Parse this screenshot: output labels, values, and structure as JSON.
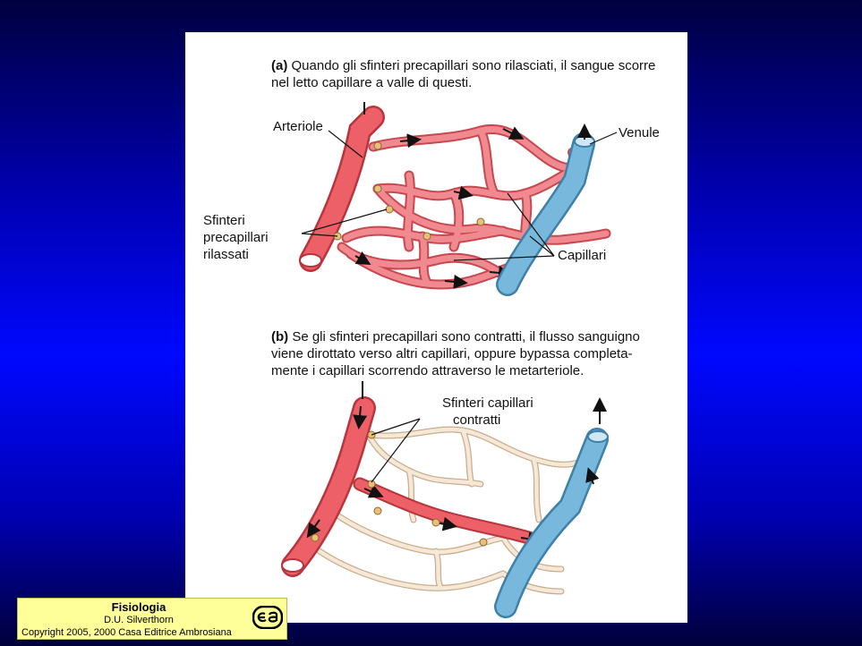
{
  "panel_a": {
    "caption_tag": "(a)",
    "caption_line1": " Quando gli sfinteri precapillari sono rilasciati, il sangue scorre",
    "caption_line2": "nel letto capillare a valle di questi.",
    "labels": {
      "arteriole": "Arteriole",
      "venule": "Venule",
      "sphincters_1": "Sfinteri",
      "sphincters_2": "precapillari",
      "sphincters_3": "rilassati",
      "capillaries": "Capillari"
    }
  },
  "panel_b": {
    "caption_tag": "(b)",
    "caption_line1": " Se gli sfinteri precapillari sono contratti, il flusso sanguigno",
    "caption_line2": "viene dirottato verso altri capillari, oppure bypassa completa-",
    "caption_line3": "mente i capillari scorrendo attraverso le metarteriole.",
    "labels": {
      "sphincters_1": "Sfinteri capillari",
      "sphincters_2": "contratti"
    }
  },
  "credit": {
    "title": "Fisiologia",
    "author": "D.U. Silverthorn",
    "copyright": "Copyright 2005, 2000 Casa Editrice Ambrosiana",
    "logo_icon": "ea-logo-icon"
  },
  "colors": {
    "arteriole": "#e8575f",
    "venule": "#6fb0d8",
    "capillary_open": "#ee7a80",
    "capillary_closed": "#f3e4d2",
    "background": "#0008ff"
  }
}
